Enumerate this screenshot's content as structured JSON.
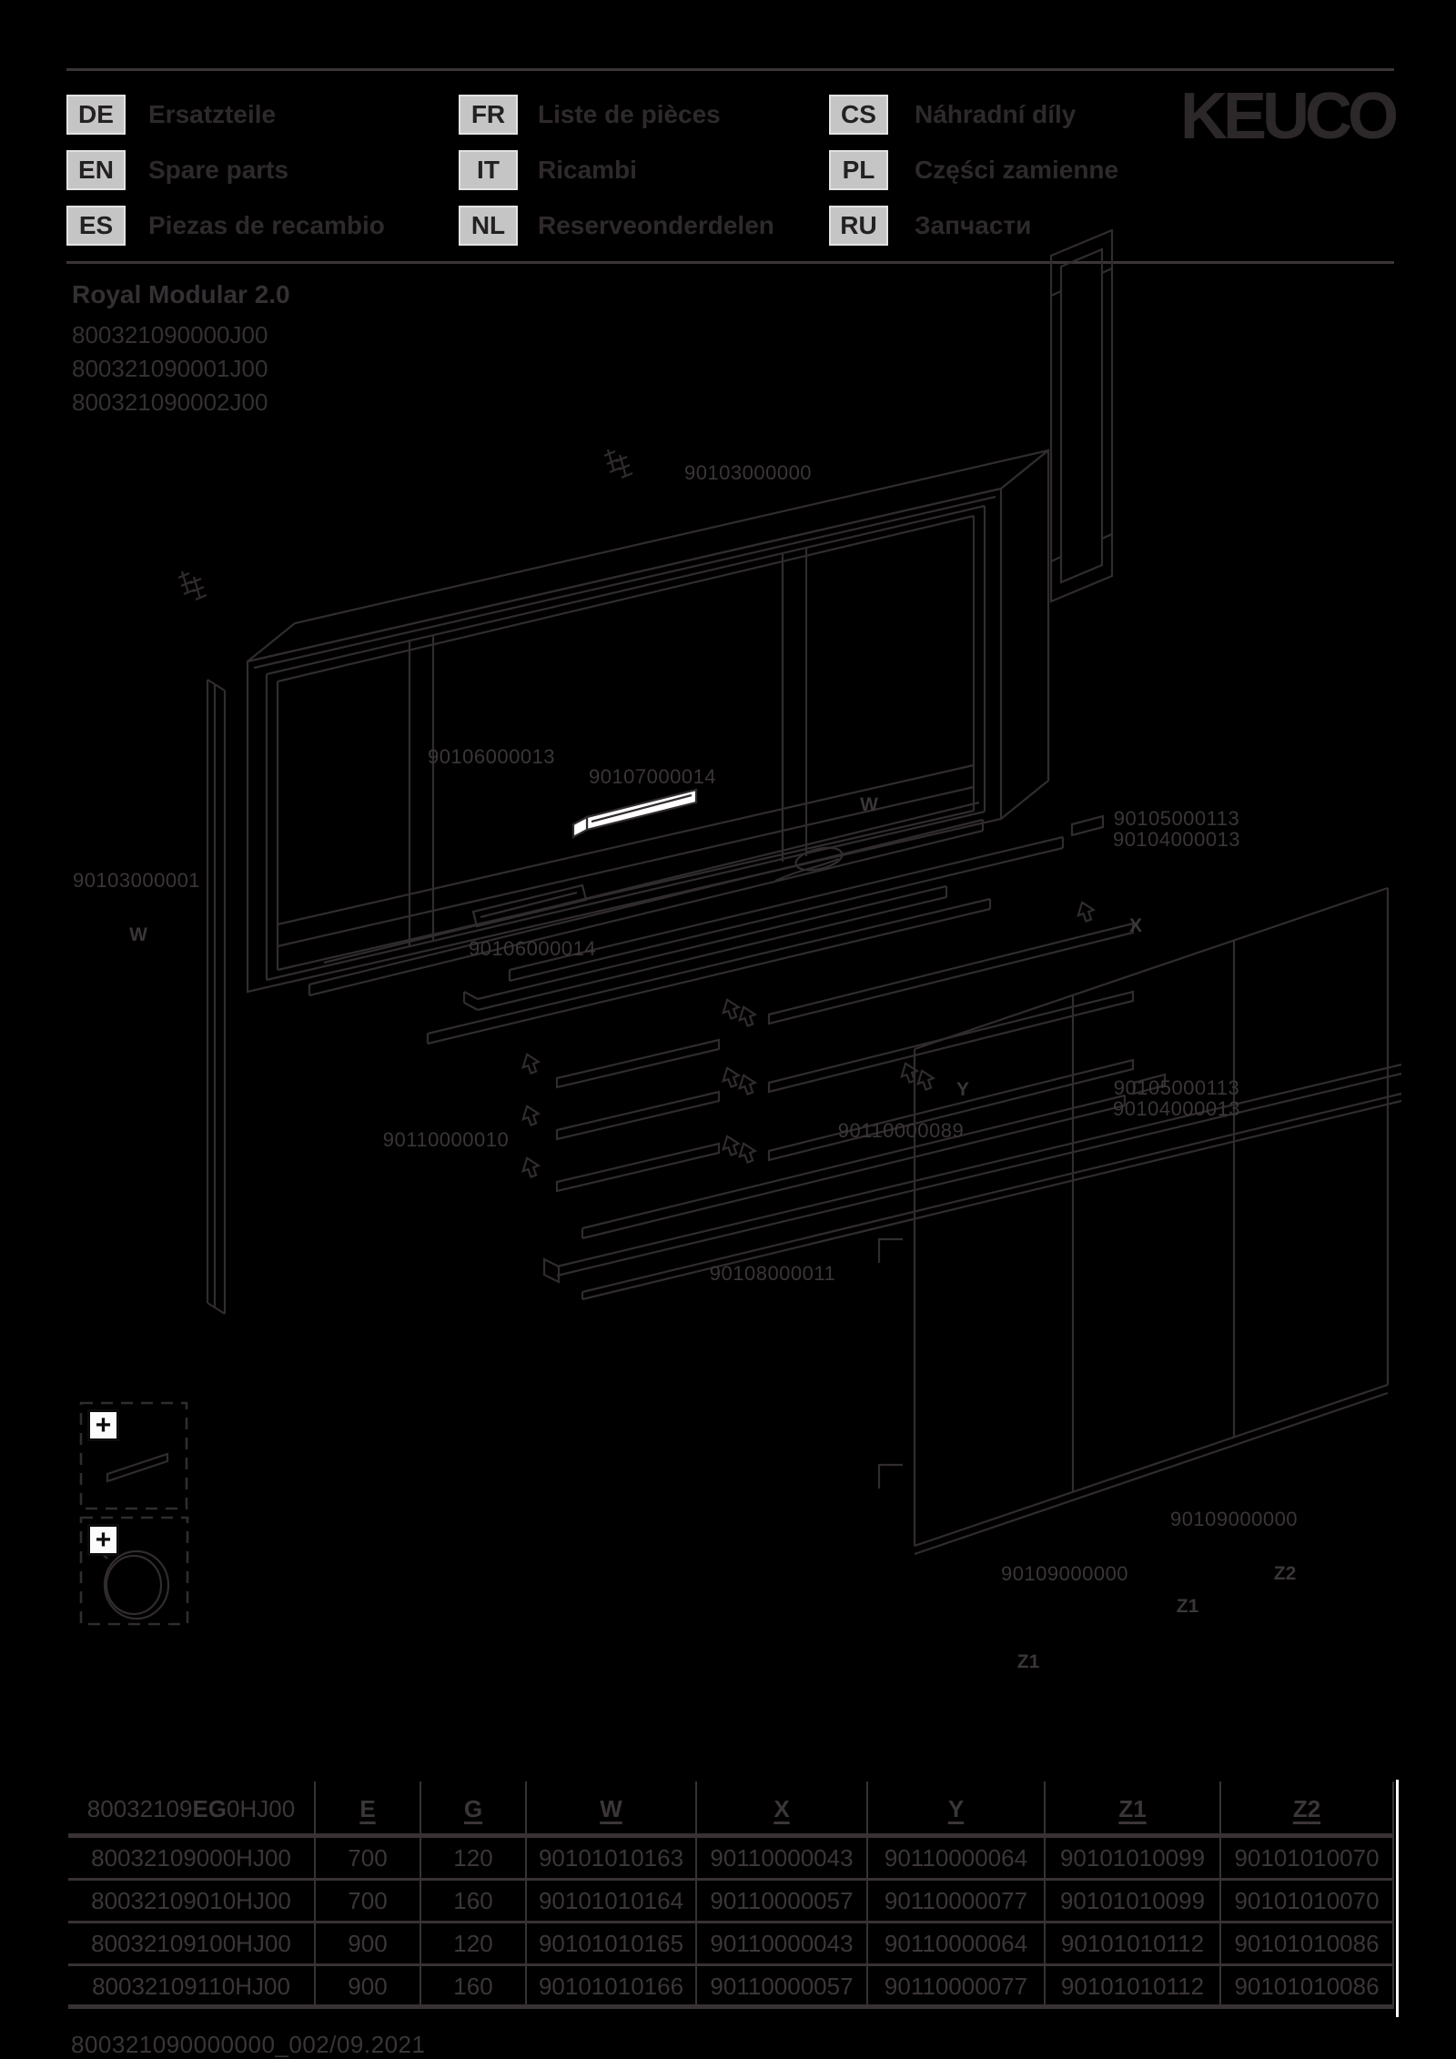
{
  "header": {
    "languages": [
      {
        "code": "DE",
        "label": "Ersatzteile"
      },
      {
        "code": "EN",
        "label": "Spare parts"
      },
      {
        "code": "ES",
        "label": "Piezas de recambio"
      },
      {
        "code": "FR",
        "label": "Liste de pièces"
      },
      {
        "code": "IT",
        "label": "Ricambi"
      },
      {
        "code": "NL",
        "label": "Reserveonderdelen"
      },
      {
        "code": "CS",
        "label": "Náhradní díly"
      },
      {
        "code": "PL",
        "label": "Części zamienne"
      },
      {
        "code": "RU",
        "label": "Запчасти"
      }
    ],
    "logo": "KEUCO"
  },
  "title": {
    "product": "Royal Modular 2.0",
    "codes": [
      "800321090000J00",
      "800321090001J00",
      "800321090002J00"
    ]
  },
  "diagram": {
    "part_labels": [
      {
        "text": "90103000000"
      },
      {
        "text": "90103000001"
      },
      {
        "text": "90106000013"
      },
      {
        "text": "90107000014"
      },
      {
        "text": "90106000014"
      },
      {
        "text": "90105000113"
      },
      {
        "text": "90104000013"
      },
      {
        "text": "90105000113"
      },
      {
        "text": "90104000013"
      },
      {
        "text": "90110000010"
      },
      {
        "text": "90110000089"
      },
      {
        "text": "90108000011"
      },
      {
        "text": "90109000000"
      },
      {
        "text": "90109000000"
      }
    ],
    "ref_letters": [
      {
        "text": "W"
      },
      {
        "text": "W"
      },
      {
        "text": "X"
      },
      {
        "text": "Y"
      },
      {
        "text": "Z2"
      },
      {
        "text": "Z1"
      },
      {
        "text": "Z1"
      }
    ]
  },
  "accessories": {
    "plus_symbol": "+"
  },
  "table": {
    "model_prefix": "80032109",
    "model_var": "EG",
    "model_suffix": "0HJ00",
    "columns": [
      "E",
      "G",
      "W",
      "X",
      "Y",
      "Z1",
      "Z2"
    ],
    "rows": [
      {
        "model": "80032109000HJ00",
        "E": "700",
        "G": "120",
        "W": "90101010163",
        "X": "90110000043",
        "Y": "90110000064",
        "Z1": "90101010099",
        "Z2": "90101010070"
      },
      {
        "model": "80032109010HJ00",
        "E": "700",
        "G": "160",
        "W": "90101010164",
        "X": "90110000057",
        "Y": "90110000077",
        "Z1": "90101010099",
        "Z2": "90101010070"
      },
      {
        "model": "80032109100HJ00",
        "E": "900",
        "G": "120",
        "W": "90101010165",
        "X": "90110000043",
        "Y": "90110000064",
        "Z1": "90101010112",
        "Z2": "90101010086"
      },
      {
        "model": "80032109110HJ00",
        "E": "900",
        "G": "160",
        "W": "90101010166",
        "X": "90110000057",
        "Y": "90110000077",
        "Z1": "90101010112",
        "Z2": "90101010086"
      }
    ]
  },
  "footer": {
    "doc_ref": "800321090000000_002/09.2021"
  }
}
